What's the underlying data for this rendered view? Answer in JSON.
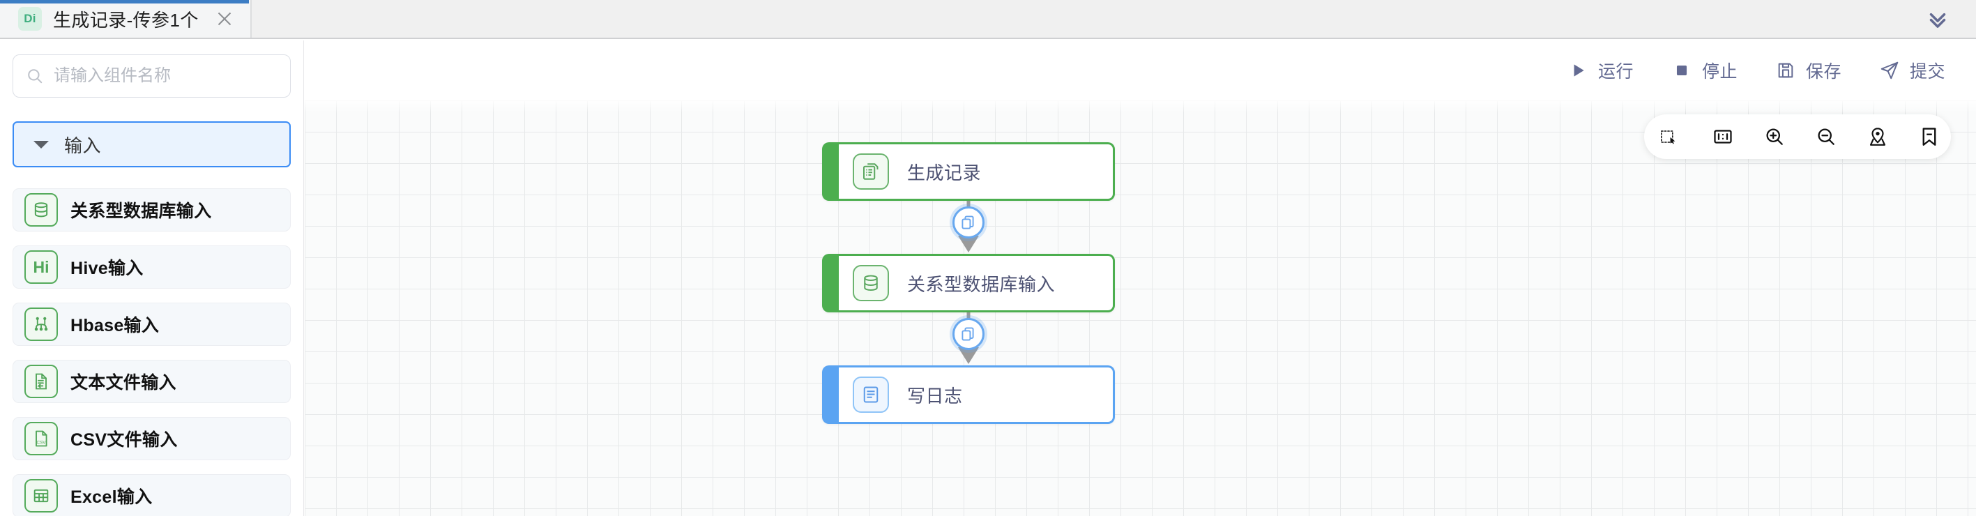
{
  "tab": {
    "badge": "Di",
    "title": "生成记录-传参1个",
    "close_icon": "close-icon",
    "accent_color": "#3c7dc4"
  },
  "header": {
    "collapse_icon": "chevron-double-down-icon"
  },
  "sidebar": {
    "search": {
      "placeholder": "请输入组件名称",
      "value": "",
      "icon": "search-icon"
    },
    "group": {
      "label": "输入",
      "expanded": true,
      "caret_icon": "caret-down-icon",
      "border_color": "#3b8cf5",
      "background_color": "#eaf3fe"
    },
    "items": [
      {
        "label": "关系型数据库输入",
        "icon": "database-icon"
      },
      {
        "label": "Hive输入",
        "icon": "hive-icon"
      },
      {
        "label": "Hbase输入",
        "icon": "hbase-icon"
      },
      {
        "label": "文本文件输入",
        "icon": "text-file-icon"
      },
      {
        "label": "CSV文件输入",
        "icon": "csv-file-icon"
      },
      {
        "label": "Excel输入",
        "icon": "excel-icon"
      }
    ]
  },
  "toolbar": {
    "buttons": [
      {
        "label": "运行",
        "icon": "play-icon"
      },
      {
        "label": "停止",
        "icon": "stop-icon"
      },
      {
        "label": "保存",
        "icon": "save-icon"
      },
      {
        "label": "提交",
        "icon": "submit-icon"
      }
    ],
    "color": "#636a92"
  },
  "canvas_tools": [
    {
      "name": "marquee-select-icon",
      "title": "框选"
    },
    {
      "name": "fit-screen-icon",
      "title": "适应画布"
    },
    {
      "name": "zoom-in-icon",
      "title": "放大"
    },
    {
      "name": "zoom-out-icon",
      "title": "缩小"
    },
    {
      "name": "locate-icon",
      "title": "定位"
    },
    {
      "name": "bookmark-icon",
      "title": "书签"
    }
  ],
  "flow": {
    "nodes": [
      {
        "label": "生成记录",
        "icon": "generate-record-icon",
        "color": "green"
      },
      {
        "label": "关系型数据库输入",
        "icon": "database-icon",
        "color": "green"
      },
      {
        "label": "写日志",
        "icon": "write-log-icon",
        "color": "blue"
      }
    ],
    "connectors": [
      {
        "icon": "copy-badge-icon"
      },
      {
        "icon": "copy-badge-icon"
      }
    ],
    "green_color": "#4cae4f",
    "blue_color": "#5ba4f2"
  }
}
